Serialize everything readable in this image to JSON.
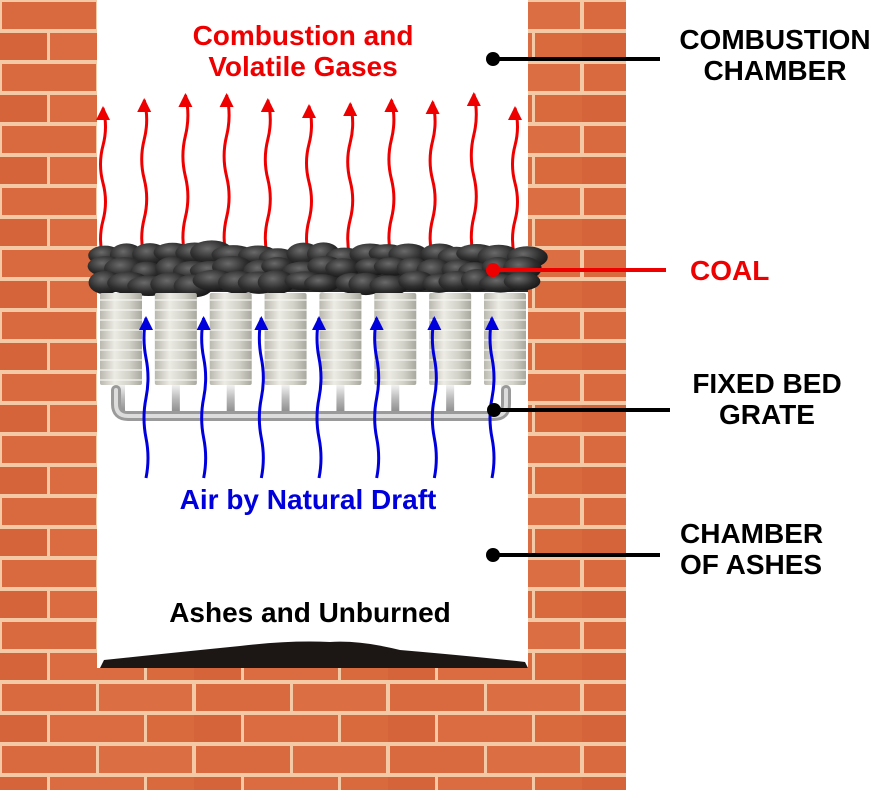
{
  "diagram": {
    "title": "Fixed bed coal furnace",
    "colors": {
      "brick": "#d9693f",
      "mortar": "#f3c9a6",
      "chamber": "#ffffff",
      "gas_arrow": "#ee0000",
      "air_arrow": "#0000dd",
      "coal": "#2a2a2a",
      "grate": "#cfcfc6",
      "ash": "#1c1715",
      "leader_line": "#000000"
    },
    "inner_labels": {
      "gases_line1": "Combustion and",
      "gases_line2": "Volatile Gases",
      "air": "Air by Natural Draft",
      "ashes": "Ashes and Unburned"
    },
    "callouts": [
      {
        "id": "combustion-chamber",
        "line1": "COMBUSTION",
        "line2": "CHAMBER",
        "color": "black"
      },
      {
        "id": "coal",
        "line1": "COAL",
        "line2": "",
        "color": "red"
      },
      {
        "id": "fixed-bed-grate",
        "line1": "FIXED BED",
        "line2": "GRATE",
        "color": "black"
      },
      {
        "id": "chamber-of-ashes",
        "line1": "CHAMBER",
        "line2": "OF ASHES",
        "color": "black"
      }
    ],
    "counts": {
      "gas_arrows": 11,
      "air_arrows": 7,
      "grate_cylinders": 8
    }
  }
}
